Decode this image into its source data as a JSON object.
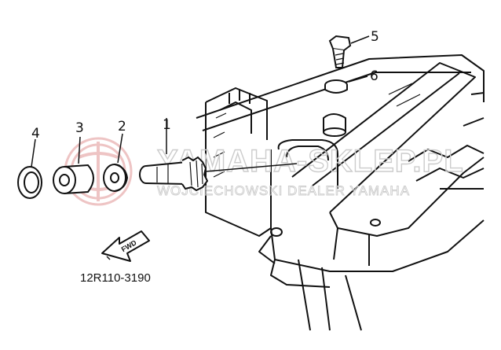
{
  "callouts": {
    "part1": "1",
    "part2": "2",
    "part3": "3",
    "part4": "4",
    "part5": "5",
    "part6": "6"
  },
  "direction_arrow": {
    "label": "FWD"
  },
  "diagram_code": "12R110-3190",
  "watermark": {
    "title": "YAMAHA-SKLEP.PL",
    "subtitle": "WOJCIECHOWSKI DEALER YAMAHA",
    "color": "#e8b8b8"
  },
  "icons": {
    "watermark_logo": "tuning-fork-emblem-icon",
    "fwd_arrow": "arrow-left-icon"
  }
}
